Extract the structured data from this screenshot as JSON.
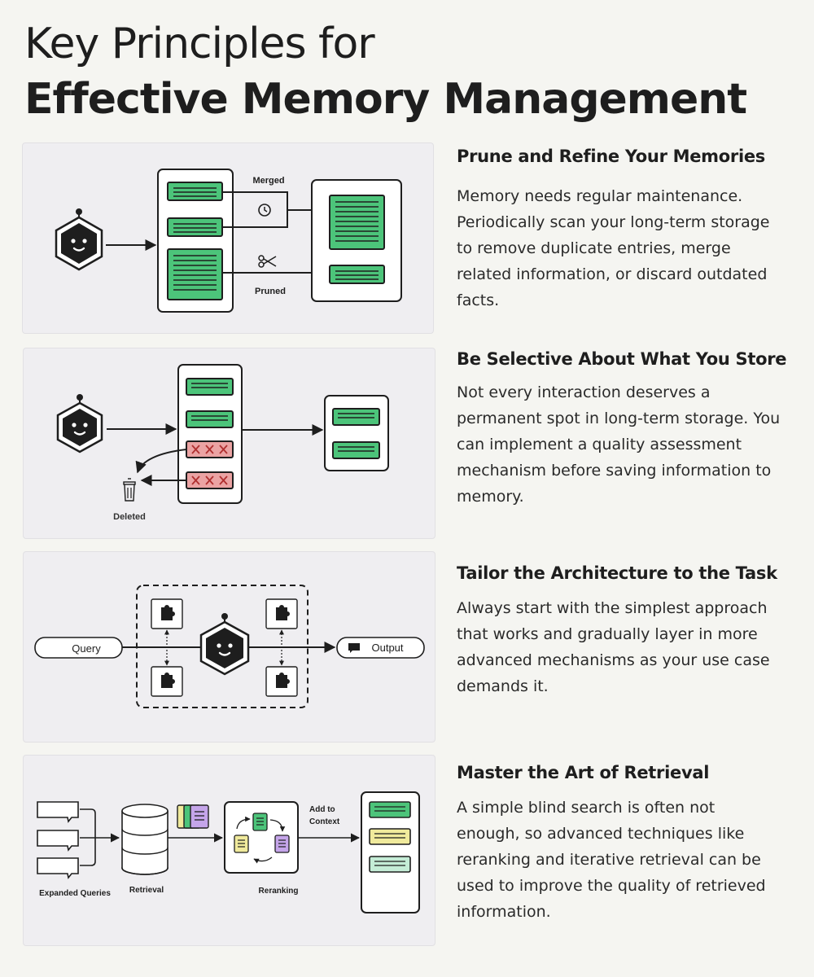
{
  "header": {
    "title_line1": "Key Principles for",
    "title_line2": "Effective Memory  Management"
  },
  "colors": {
    "background": "#f5f5f1",
    "panel": "#efeef1",
    "green": "#4cc47a",
    "red": "#eba3a3",
    "yellow": "#f0ea9c",
    "purple": "#c5a5ea",
    "mint": "#c4ecd6",
    "dark": "#1e1e1e"
  },
  "sections": [
    {
      "title": "Prune and Refine Your Memories",
      "body": "Memory needs regular maintenance. Periodically scan your long-term storage to remove duplicate entries, merge related information, or discard outdated facts.",
      "diagram": {
        "merged_label": "Merged",
        "pruned_label": "Pruned",
        "icons": [
          "robot-icon",
          "clock-icon",
          "scissors-icon"
        ]
      }
    },
    {
      "title": "Be Selective About What You Store",
      "body": "Not every interaction deserves a permanent spot in long-term storage. You can implement a quality assessment mechanism before saving information to memory.",
      "diagram": {
        "deleted_label": "Deleted",
        "icons": [
          "robot-icon",
          "trash-icon"
        ]
      }
    },
    {
      "title": "Tailor the Architecture to the Task",
      "body": "Always start with the simplest approach that works and gradually layer in more advanced mechanisms as your use case demands it.",
      "diagram": {
        "query_label": "Query",
        "output_label": "Output",
        "icons": [
          "robot-icon",
          "puzzle-icon",
          "chat-icon"
        ]
      }
    },
    {
      "title": "Master the Art of Retrieval",
      "body": "A simple blind search is often not enough, so advanced techniques like reranking and iterative retrieval can be used to improve the quality of retrieved information.",
      "diagram": {
        "expanded_label": "Expanded Queries",
        "retrieval_label": "Retrieval",
        "reranking_label": "Reranking",
        "add_label_1": "Add to",
        "add_label_2": "Context",
        "icons": [
          "database-icon",
          "chat-bubble-icon"
        ]
      }
    }
  ]
}
